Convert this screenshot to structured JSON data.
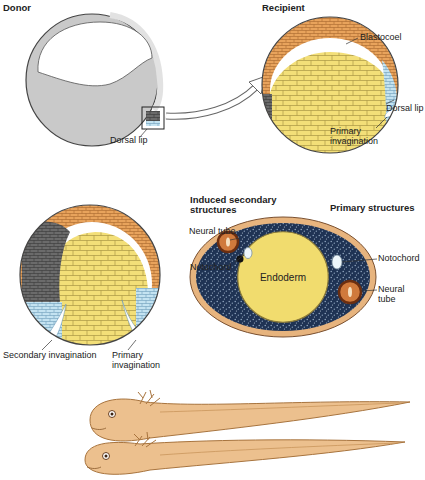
{
  "diagram": {
    "nodes": [
      {
        "text": [
          "Endoderm"
        ]
      }
    ],
    "labels": [
      "Donor",
      "Recipient",
      "Blastocoel",
      "Dorsal lip",
      "Primary invagination",
      "Dorsal lip",
      "Secondary invagination",
      "Primary invagination",
      "Induced secondary structures",
      "Primary structures",
      "Neural tube",
      "Notochord",
      "Notochord",
      "Neural tube"
    ]
  }
}
